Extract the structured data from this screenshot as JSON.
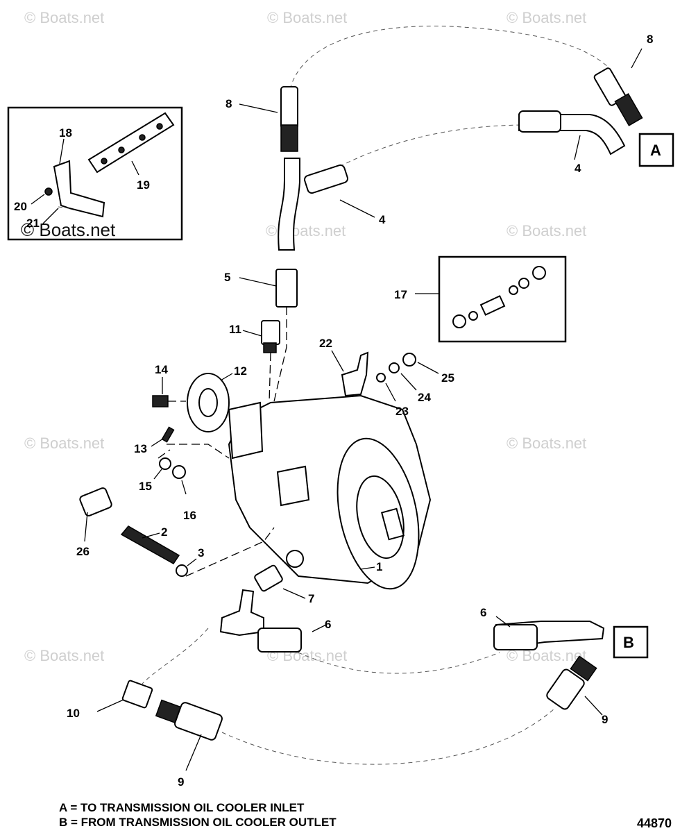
{
  "watermark": "© Boats.net",
  "callouts": {
    "c1": "1",
    "c2": "2",
    "c3": "3",
    "c4a": "4",
    "c4b": "4",
    "c5": "5",
    "c6a": "6",
    "c6b": "6",
    "c7": "7",
    "c8a": "8",
    "c8b": "8",
    "c9a": "9",
    "c9b": "9",
    "c10": "10",
    "c11": "11",
    "c12": "12",
    "c13": "13",
    "c14": "14",
    "c15": "15",
    "c16": "16",
    "c17": "17",
    "c18": "18",
    "c19": "19",
    "c20": "20",
    "c21": "21",
    "c22": "22",
    "c23": "23",
    "c24": "24",
    "c25": "25",
    "c26": "26"
  },
  "connection_labels": {
    "a": "A",
    "b": "B"
  },
  "legend": {
    "a": "A = TO TRANSMISSION OIL COOLER INLET",
    "b": "B = FROM TRANSMISSION OIL COOLER OUTLET"
  },
  "figure_number": "44870"
}
